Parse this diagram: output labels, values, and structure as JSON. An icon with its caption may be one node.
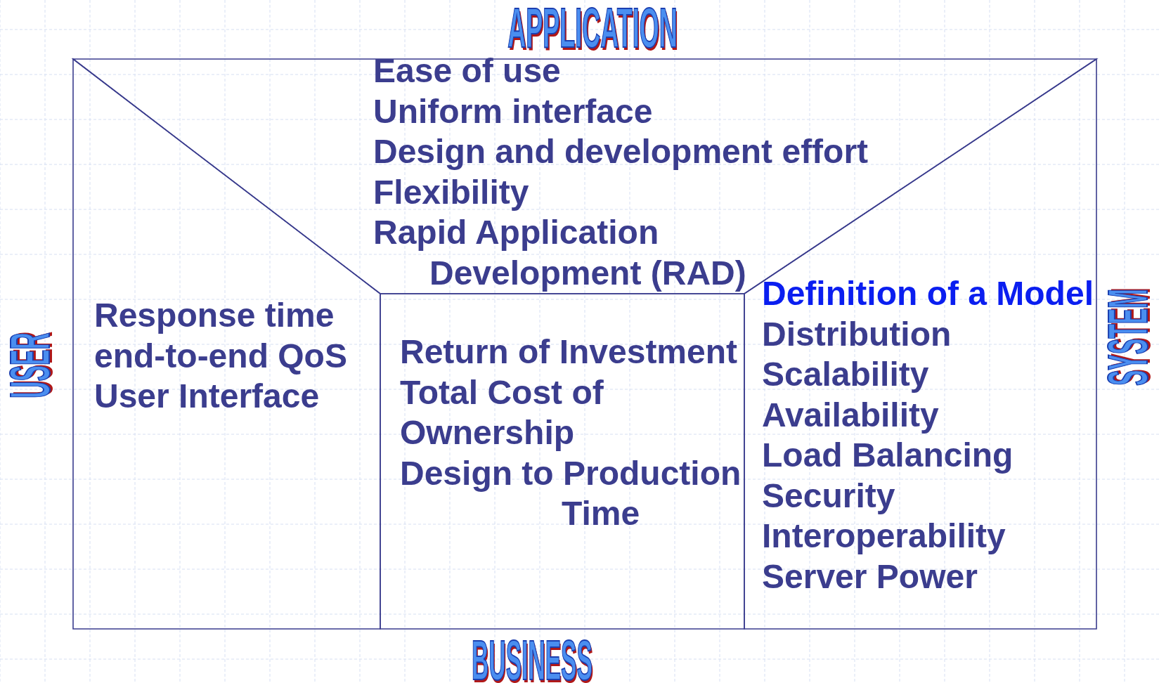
{
  "diagram": {
    "nodes": [
      {
        "text": [
          "APPLICATION",
          "Ease of use",
          "Uniform interface",
          "Design and development effort",
          "Flexibility",
          "Rapid Application Development (RAD)"
        ]
      },
      {
        "text": [
          "USER",
          "Response time",
          "end-to-end QoS",
          "User Interface"
        ]
      },
      {
        "text": [
          "BUSINESS",
          "Return of Investment",
          "Total Cost of Ownership",
          "Design to Production Time"
        ]
      },
      {
        "text": [
          "SYSTEM",
          "Definition of a Model",
          "Distribution",
          "Scalability",
          "Availability",
          "Load Balancing",
          "Security",
          "Interoperability",
          "Server Power"
        ]
      }
    ],
    "edges": []
  }
}
